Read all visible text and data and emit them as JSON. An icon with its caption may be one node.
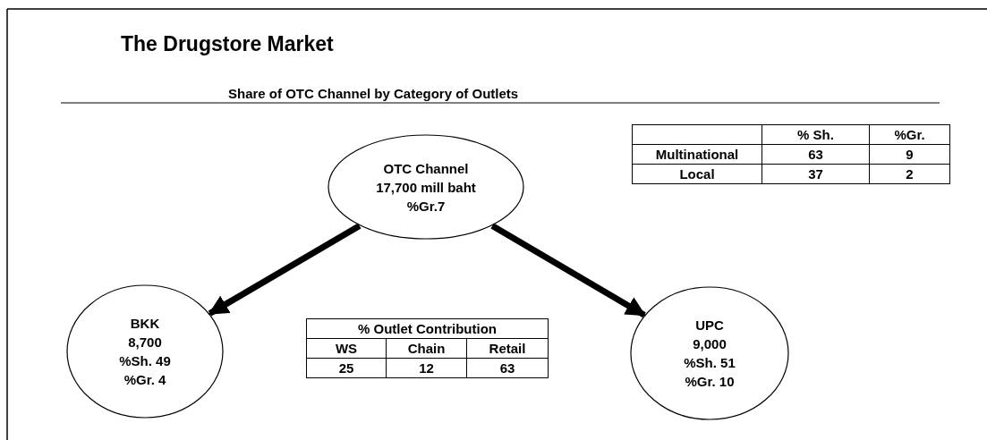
{
  "diagram": {
    "title": "The Drugstore Market",
    "nodes": [
      {
        "text": [
          "OTC Channel",
          "17,700 mill baht",
          "%Gr.7"
        ]
      },
      {
        "text": [
          "BKK",
          "8,700",
          "%Sh. 49",
          "%Gr. 4"
        ]
      },
      {
        "text": [
          "UPC",
          "9,000",
          "%Sh. 51",
          "%Gr. 10"
        ]
      }
    ],
    "edges": [
      {
        "from": 0,
        "to": 1,
        "arrow": "to"
      },
      {
        "from": 0,
        "to": 2,
        "arrow": "to"
      }
    ],
    "labels": [
      "Share of OTC Channel by Category of Outlets",
      "% Sh.",
      "%Gr.",
      "Multinational",
      "63",
      "9",
      "Local",
      "37",
      "2",
      "% Outlet Contribution",
      "WS",
      "Chain",
      "Retail",
      "25",
      "12",
      "63"
    ]
  }
}
